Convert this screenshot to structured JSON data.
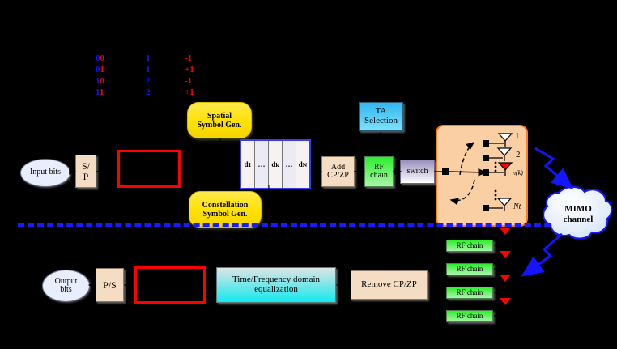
{
  "diagram": {
    "title": "Spatial Modulation MIMO transceiver block diagram",
    "background": "#000000"
  },
  "colors": {
    "bit_blue": "#1414ff",
    "bit_red": "#ff0000",
    "divider_blue": "#1a1aff",
    "antenna_panel": "#fbcfa4",
    "antenna_panel_border": "#ff7f1e",
    "callout_yellow": "#ffe100",
    "rf_chain_green": "#2bf02b",
    "ta_selection_cyan": "#2fb8ef",
    "equalization_cyan": "#13e9ee",
    "red_rect": "#ff0000",
    "channel_arrow": "#1414ff"
  },
  "mapping_table": {
    "rows": [
      {
        "bits_hi": "0",
        "bits_lo": "0",
        "antenna": "1",
        "symbol": "-1"
      },
      {
        "bits_hi": "0",
        "bits_lo": "1",
        "antenna": "1",
        "symbol": "+1"
      },
      {
        "bits_hi": "1",
        "bits_lo": "0",
        "antenna": "2",
        "symbol": "-1"
      },
      {
        "bits_hi": "1",
        "bits_lo": "1",
        "antenna": "2",
        "symbol": "+1"
      }
    ]
  },
  "callouts": {
    "spatial": {
      "line1": "Spatial",
      "line2": "Symbol Gen."
    },
    "constellation": {
      "line1": "Constellation",
      "line2": "Symbol Gen."
    }
  },
  "transmitter": {
    "input_bits": "Input bits",
    "sp": {
      "line1": "S/",
      "line2": "P"
    },
    "symbols": {
      "d1": "d",
      "d1_sub": "1",
      "dots1": "…",
      "dk": "d",
      "dk_sub": "k",
      "dots2": "…",
      "dN": "d",
      "dN_sub": "N"
    },
    "add_cp": {
      "line1": "Add",
      "line2": "CP/ZP"
    },
    "rf_chain": {
      "line1": "RF",
      "line2": "chain"
    },
    "switch": "switch",
    "ta_selection": {
      "line1": "TA",
      "line2": "Selection"
    },
    "antennas": {
      "a1": "1",
      "a2": "2",
      "active": "n(k)",
      "last": "Nt",
      "vdots": "⋮"
    }
  },
  "channel": {
    "line1": "MIMO",
    "line2": "channel"
  },
  "receiver": {
    "rf_chains": [
      "RF chain",
      "RF chain",
      "RF chain",
      "RF chain"
    ],
    "remove_cp": "Remove CP/ZP",
    "equalization": {
      "line1": "Time/Frequency  domain",
      "line2": "equalization"
    },
    "ps": "P/S",
    "output_bits": {
      "line1": "Output",
      "line2": "bits"
    }
  }
}
